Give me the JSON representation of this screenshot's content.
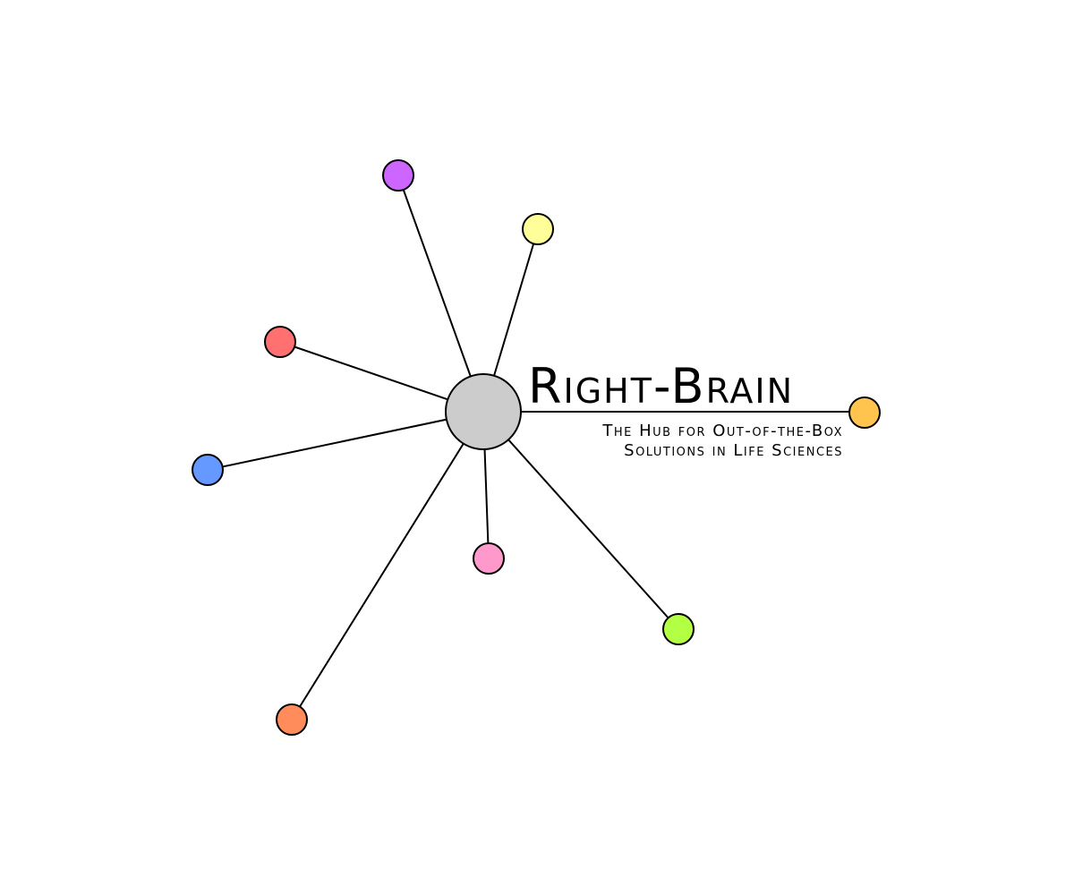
{
  "logo": {
    "title": "Right-Brain",
    "tagline_line1": "The Hub for Out-of-the-Box",
    "tagline_line2": "Solutions in Life Sciences",
    "hub_color": "#cccccc",
    "stroke_color": "#000000",
    "nodes": [
      {
        "name": "purple-node",
        "color": "#cc66ff"
      },
      {
        "name": "yellow-node",
        "color": "#ffff99"
      },
      {
        "name": "red-node",
        "color": "#ff7070"
      },
      {
        "name": "blue-node",
        "color": "#6699ff"
      },
      {
        "name": "pink-node",
        "color": "#ff99cc"
      },
      {
        "name": "green-node",
        "color": "#b3ff44"
      },
      {
        "name": "orange-node",
        "color": "#ff8c5a"
      },
      {
        "name": "gold-node",
        "color": "#ffc44d"
      }
    ]
  }
}
